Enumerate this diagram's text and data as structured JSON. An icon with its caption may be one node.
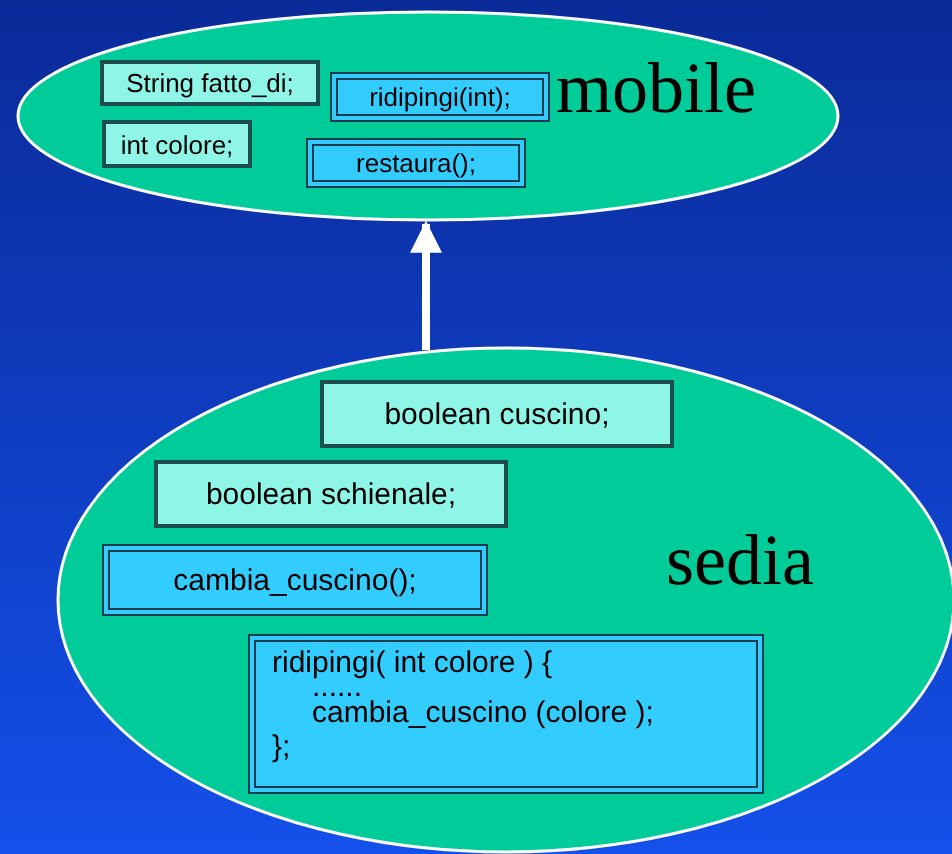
{
  "diagram": {
    "nodes": [
      {
        "text": [
          "mobile"
        ]
      },
      {
        "text": [
          "String fatto_di;"
        ],
        "in": 0
      },
      {
        "text": [
          "ridipingi(int);"
        ],
        "in": 0
      },
      {
        "text": [
          "int colore;"
        ],
        "in": 0
      },
      {
        "text": [
          "restaura();"
        ],
        "in": 0
      },
      {
        "text": [
          "sedia"
        ]
      },
      {
        "text": [
          "boolean cuscino;"
        ],
        "in": 5
      },
      {
        "text": [
          "boolean schienale;"
        ],
        "in": 5
      },
      {
        "text": [
          "cambia_cuscino();"
        ],
        "in": 5
      },
      {
        "text": [
          "ridipingi( int colore ) {",
          "......",
          "cambia_cuscino (colore );",
          "};"
        ],
        "in": 5
      }
    ],
    "edges": [
      {
        "from": 5,
        "to": 0,
        "arrow": "to"
      }
    ]
  }
}
